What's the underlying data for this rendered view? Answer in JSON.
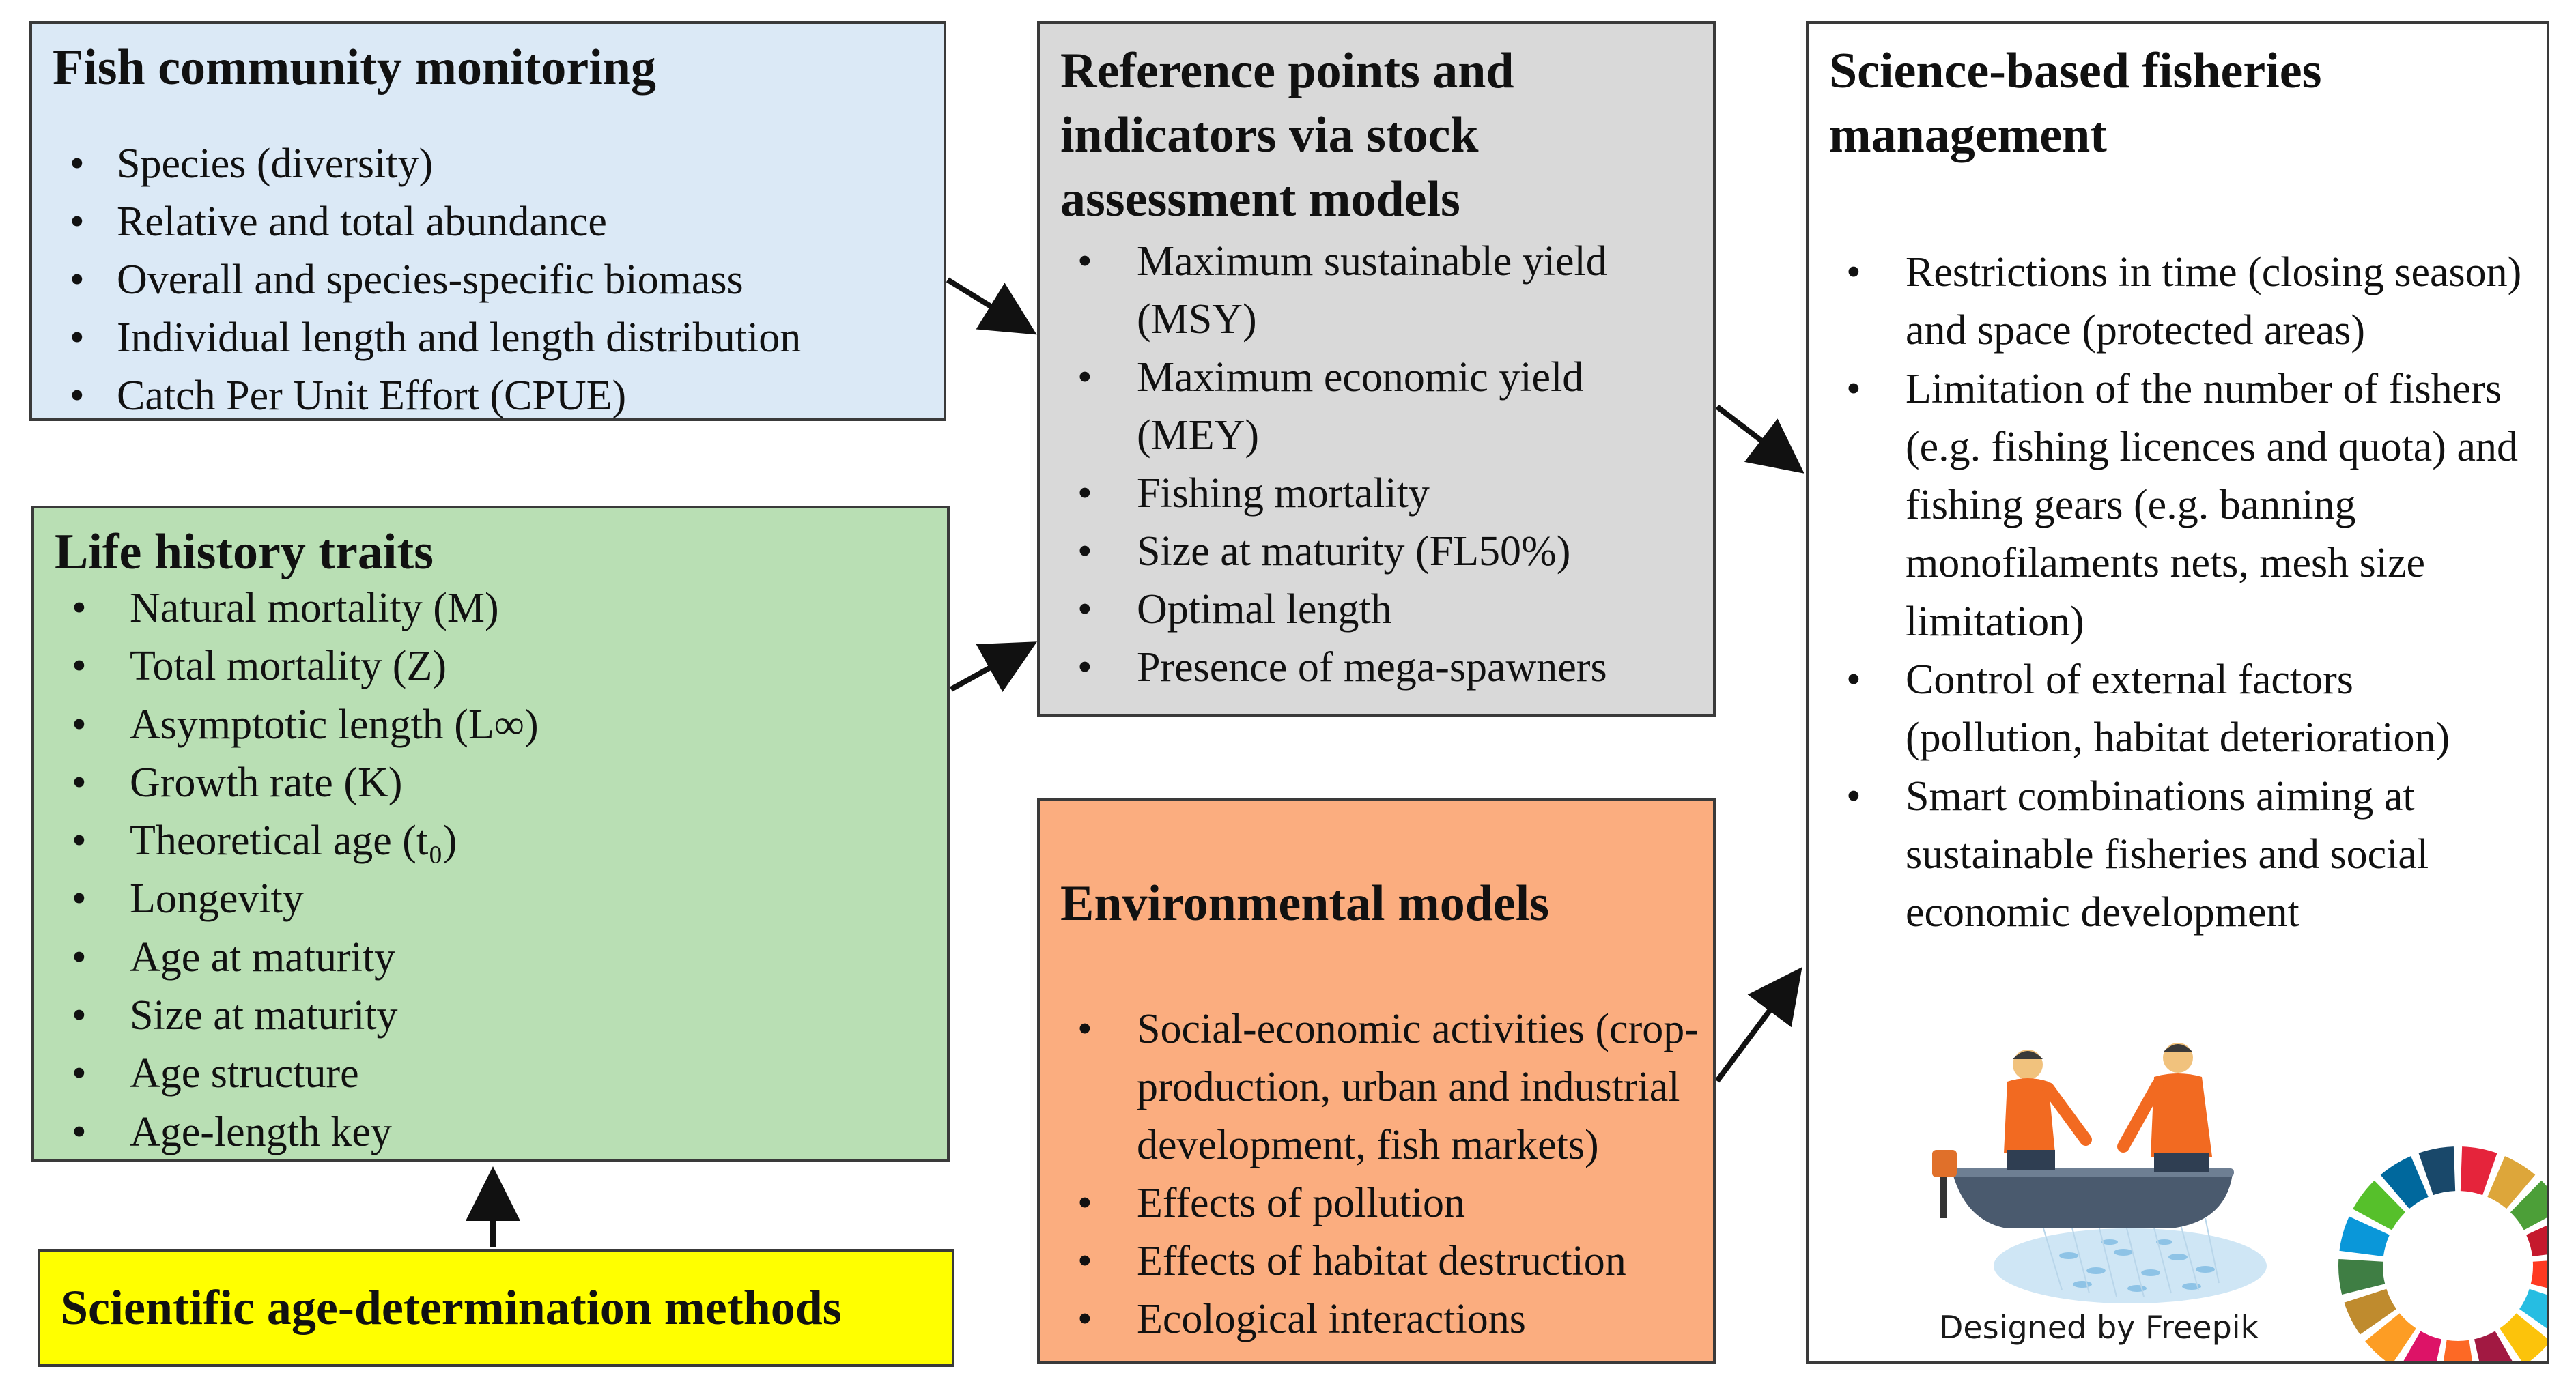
{
  "fish_community": {
    "title": "Fish community monitoring",
    "items": [
      "Species (diversity)",
      "Relative and total abundance",
      "Overall and species-specific biomass",
      "Individual length and length distribution",
      "Catch Per Unit Effort (CPUE)"
    ]
  },
  "life_history": {
    "title": "Life history traits",
    "items": [
      "Natural mortality (M)",
      "Total mortality (Z)",
      "Asymptotic length (L∞)",
      "Growth rate (K)",
      "Theoretical age (t₀)",
      "Longevity",
      "Age at maturity",
      "Size at maturity",
      "Age structure",
      "Age-length key"
    ]
  },
  "age_methods": {
    "title": "Scientific age-determination methods"
  },
  "reference_points": {
    "title": "Reference points and indicators via stock assessment models",
    "items": [
      "Maximum sustainable yield (MSY)",
      "Maximum economic yield (MEY)",
      "Fishing mortality",
      "Size at maturity (FL50%)",
      "Optimal length",
      "Presence of mega-spawners"
    ]
  },
  "environmental": {
    "title": "Environmental models",
    "items": [
      "Social-economic activities (crop-production, urban and industrial development, fish markets)",
      "Effects of pollution",
      "Effects of habitat destruction",
      "Ecological interactions"
    ]
  },
  "management": {
    "title": "Science-based fisheries management",
    "items": [
      "Restrictions in time (closing season) and space (protected areas)",
      "Limitation of the number of fishers (e.g. fishing licences and quota) and fishing gears (e.g. banning monofilaments nets, mesh size limitation)",
      "Control of external factors (pollution, habitat deterioration)",
      "Smart combinations aiming at sustainable fisheries and social economic development"
    ],
    "credit": "Designed by Freepik"
  },
  "colors": {
    "fish_community": "#dbe9f6",
    "life_history": "#b9dfb4",
    "age_methods": "#ffff00",
    "reference_points": "#d9d9d9",
    "environmental": "#fbad7f",
    "management": "#ffffff"
  },
  "sdg_wheel_colors": [
    "#e5243b",
    "#dda63a",
    "#4c9f38",
    "#c5192d",
    "#ff3a21",
    "#26bde2",
    "#fcc30b",
    "#a21942",
    "#fd6925",
    "#dd1367",
    "#fd9d24",
    "#bf8b2e",
    "#3f7e44",
    "#0a97d9",
    "#56c02b",
    "#00689d",
    "#19486a"
  ]
}
